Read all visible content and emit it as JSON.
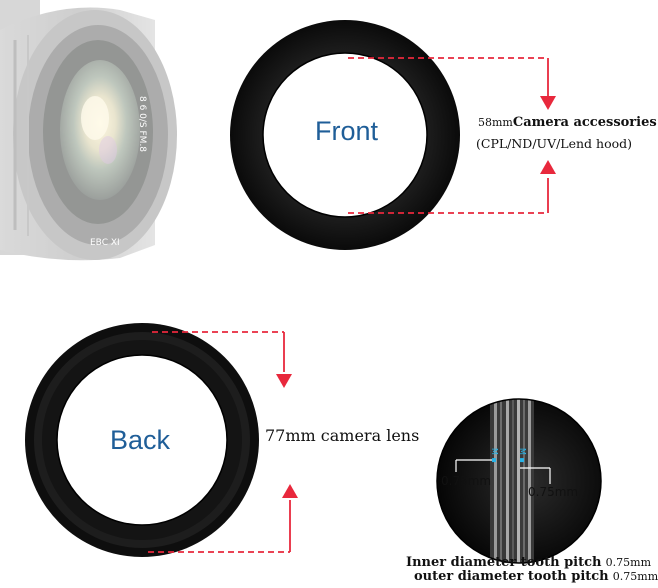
{
  "front": {
    "label": "Front",
    "size_value": "58",
    "size_unit": "mm",
    "accessory_label": "Camera accessories",
    "accessory_types": "(CPL/ND/UV/Lend  hood)"
  },
  "back": {
    "label": "Back",
    "lens_text": "77mm camera lens"
  },
  "detail": {
    "inner_pitch": "0.75mm",
    "outer_pitch": "0.75mm",
    "caption_inner_label": "Inner diameter tooth pitch",
    "caption_inner_value": "0.75mm",
    "caption_outer_label": "outer diameter tooth pitch",
    "caption_outer_value": "0.75mm"
  },
  "colors": {
    "accent_blue": "#1f5e98",
    "guide_red": "#e8283c",
    "ring_black": "#141414"
  }
}
